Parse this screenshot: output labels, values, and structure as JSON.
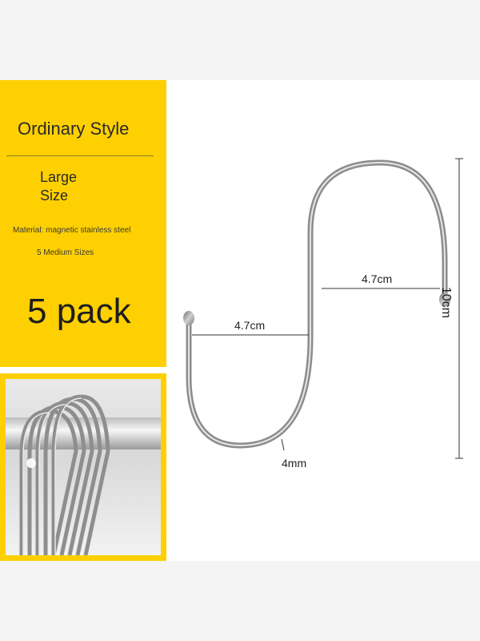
{
  "panel": {
    "style_title": "Ordinary Style",
    "size_line1": "Large",
    "size_line2": "Size",
    "material": "Material: magnetic stainless steel",
    "sizes_count": "5 Medium Sizes",
    "pack": "5 pack"
  },
  "dimensions": {
    "top_width": "4.7cm",
    "bottom_width": "4.7cm",
    "height": "10cm",
    "wire": "4mm"
  },
  "colors": {
    "accent": "#fed001",
    "steel": "#a8a8a8"
  }
}
